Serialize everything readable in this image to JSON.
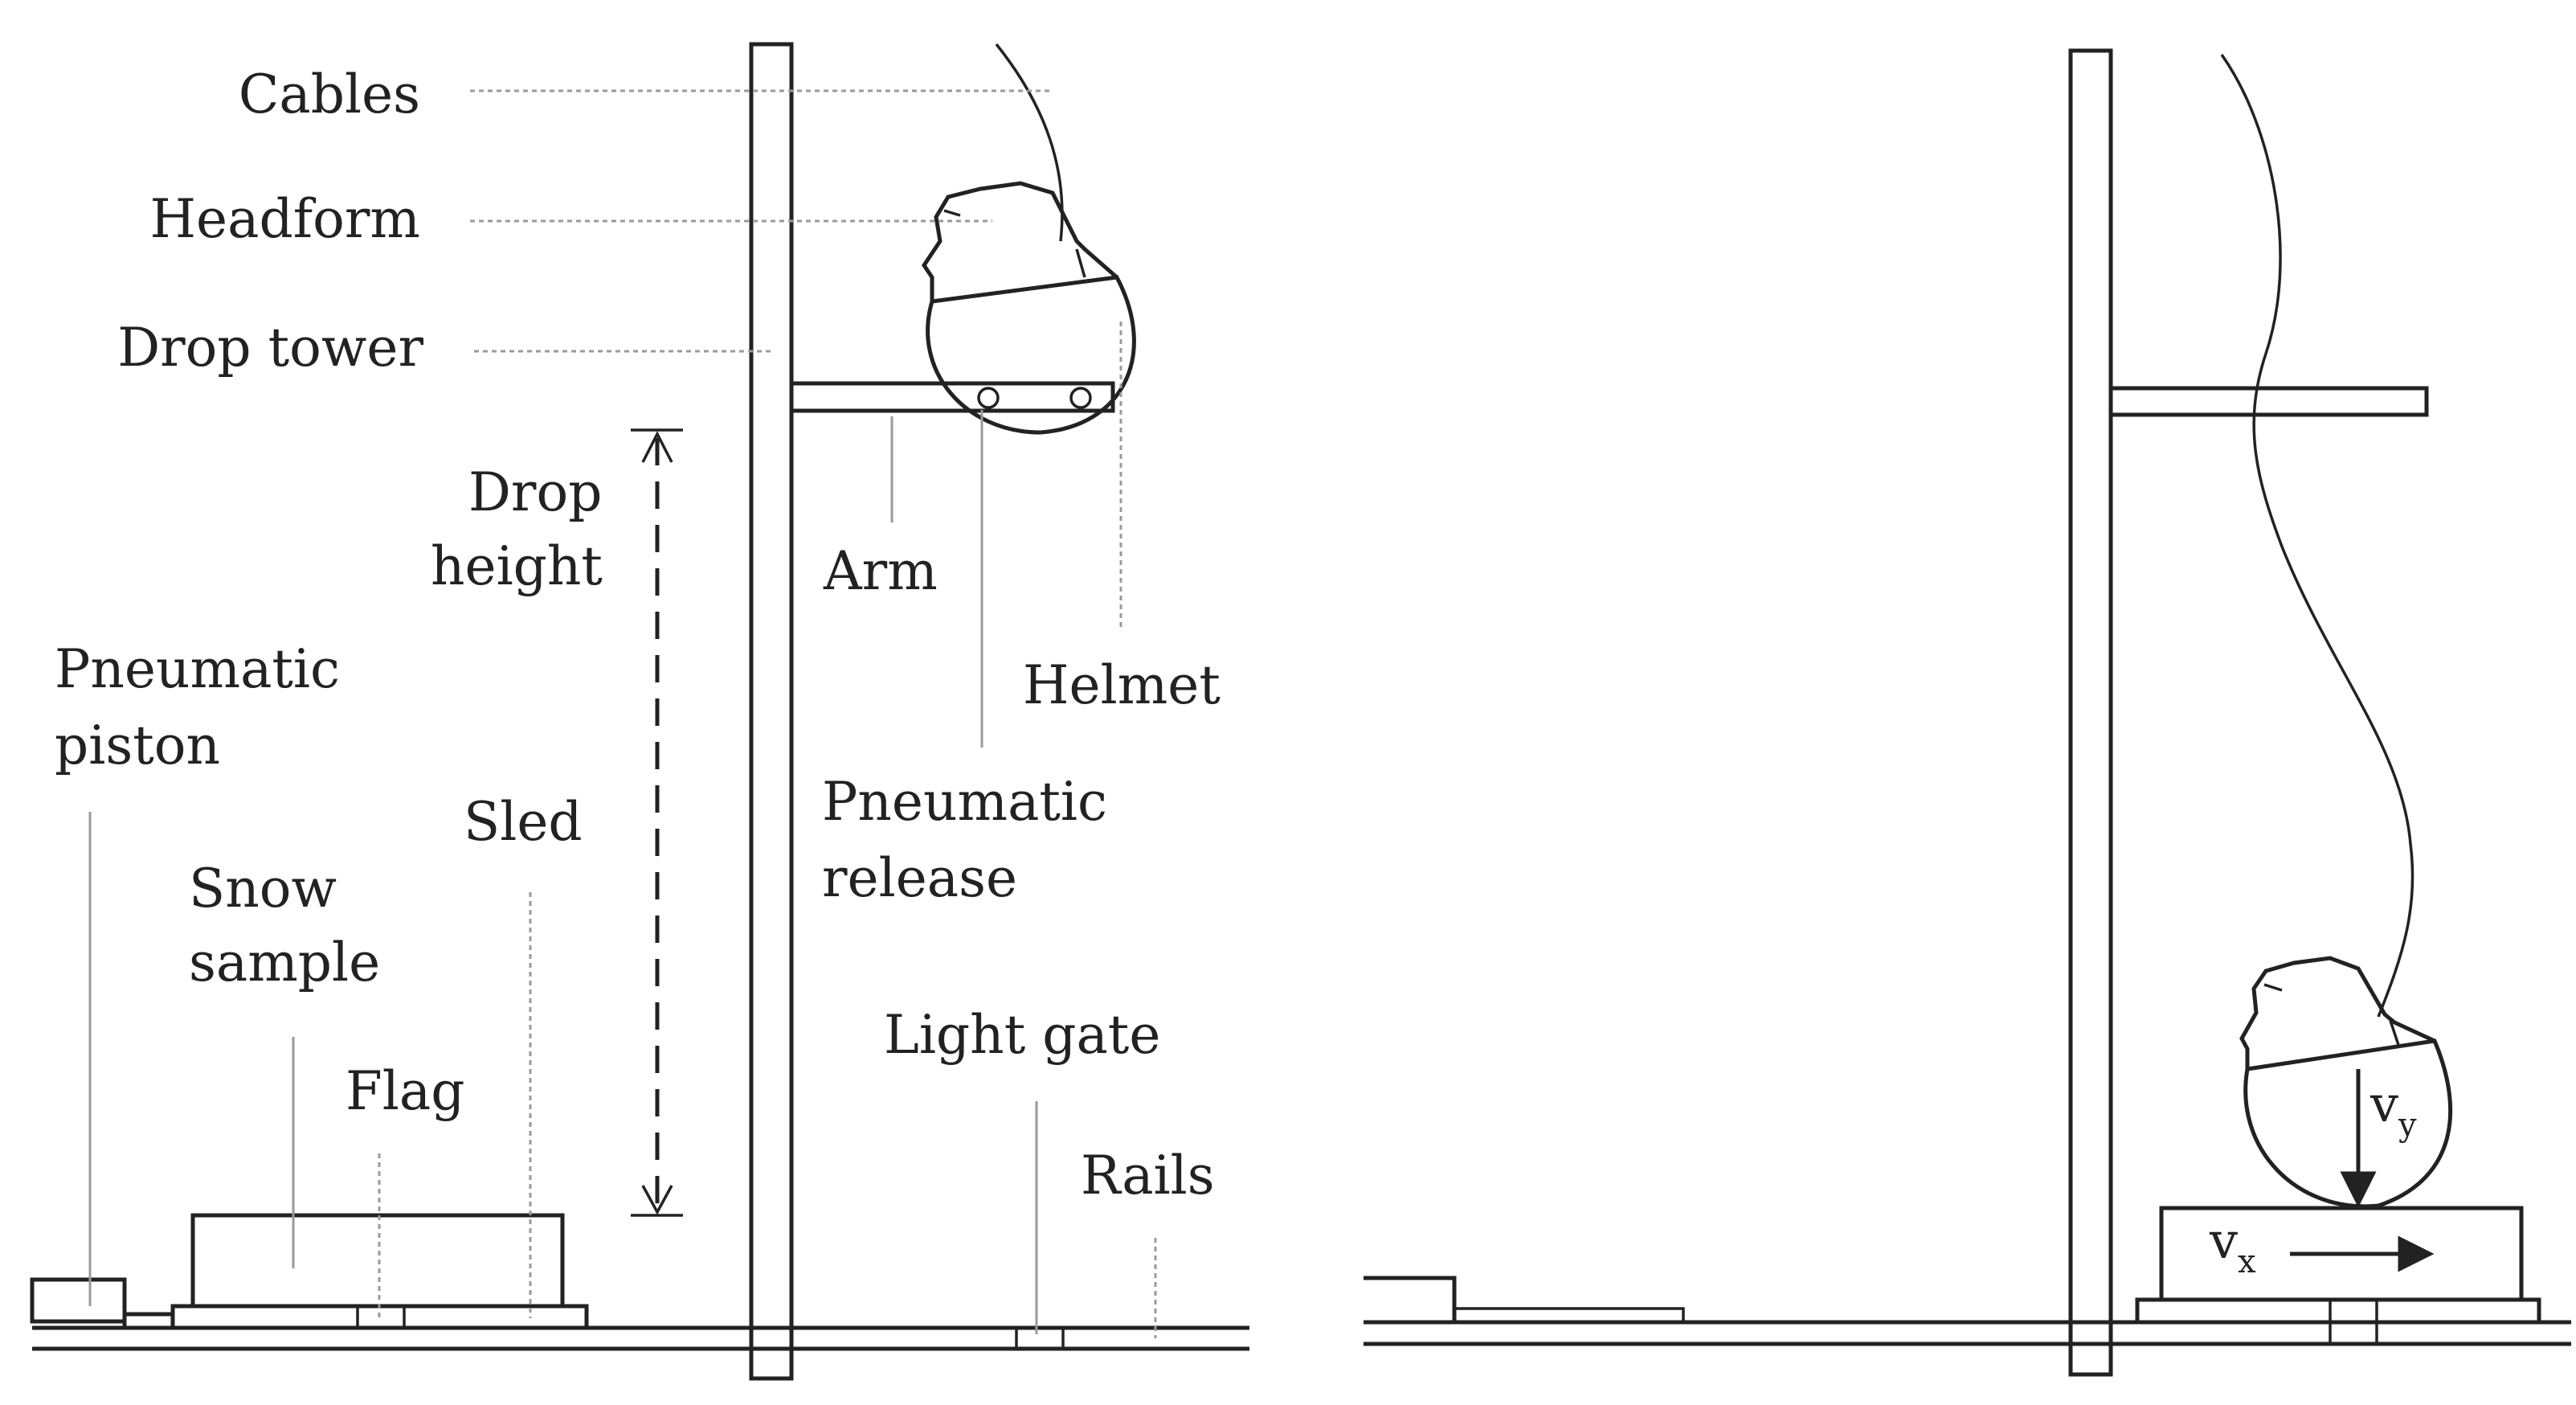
{
  "left_panel": {
    "labels": {
      "cables": "Cables",
      "headform": "Headform",
      "drop_tower": "Drop tower",
      "drop_height_1": "Drop",
      "drop_height_2": "height",
      "arm": "Arm",
      "helmet": "Helmet",
      "pneumatic_piston_1": "Pneumatic",
      "pneumatic_piston_2": "piston",
      "sled": "Sled",
      "snow_sample_1": "Snow",
      "snow_sample_2": "sample",
      "flag": "Flag",
      "pneumatic_release_1": "Pneumatic",
      "pneumatic_release_2": "release",
      "light_gate": "Light gate",
      "rails": "Rails"
    }
  },
  "right_panel": {
    "velocity_y": {
      "symbol": "v",
      "subscript": "y"
    },
    "velocity_x": {
      "symbol": "v",
      "subscript": "x"
    }
  }
}
